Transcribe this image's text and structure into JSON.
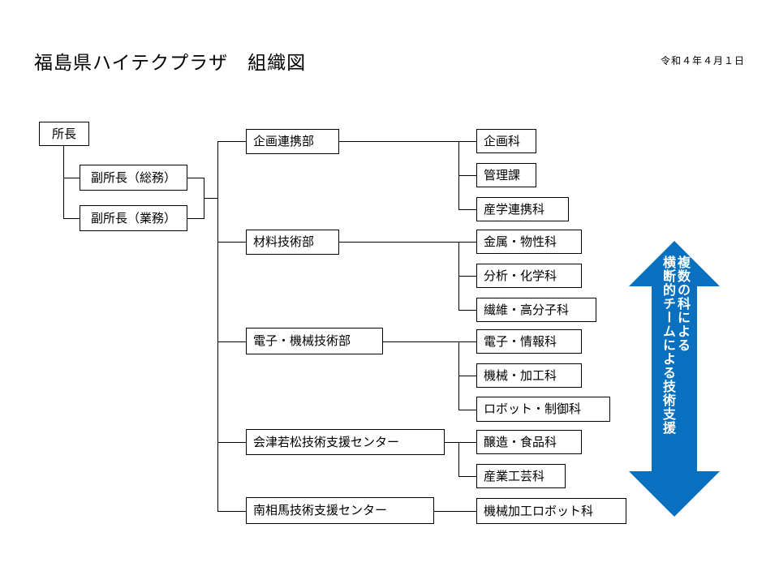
{
  "header": {
    "title": "福島県ハイテクプラザ　組織図",
    "date": "令和４年４月１日"
  },
  "colors": {
    "arrow_blue": "#0870BE",
    "box_border": "#000000",
    "text": "#000000",
    "background": "#FFFFFF"
  },
  "executive": {
    "director": "所長",
    "deputy_general_affairs": "副所長（総務）",
    "deputy_operations": "副所長（業務）"
  },
  "departments": [
    {
      "name": "企画連携部",
      "divisions": [
        "企画科",
        "管理課",
        "産学連携科"
      ]
    },
    {
      "name": "材料技術部",
      "divisions": [
        "金属・物性科",
        "分析・化学科",
        "繊維・高分子科"
      ]
    },
    {
      "name": "電子・機械技術部",
      "divisions": [
        "電子・情報科",
        "機械・加工科",
        "ロボット・制御科"
      ]
    },
    {
      "name": "会津若松技術支援センター",
      "divisions": [
        "醸造・食品科",
        "産業工芸科"
      ]
    },
    {
      "name": "南相馬技術支援センター",
      "divisions": [
        "機械加工ロボット科"
      ]
    }
  ],
  "annotation_arrow": {
    "line1": "複数の科による",
    "line2": "横断的チームによる技術支援"
  }
}
